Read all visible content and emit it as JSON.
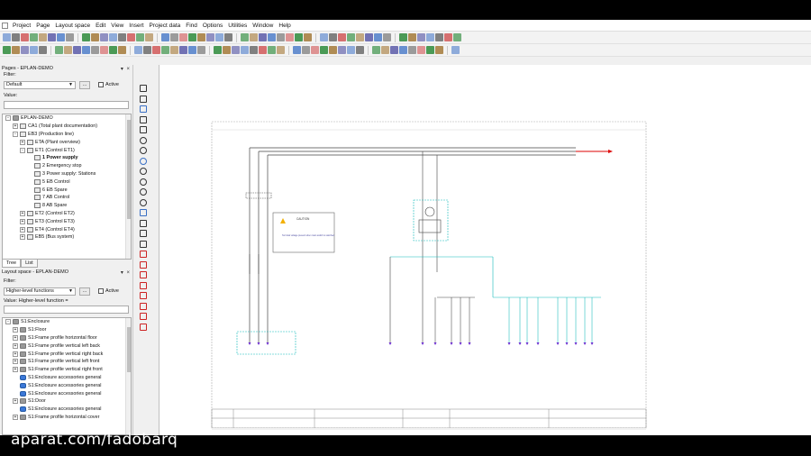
{
  "menubar": {
    "items": [
      "Project",
      "Page",
      "Layout space",
      "Edit",
      "View",
      "Insert",
      "Project data",
      "Find",
      "Options",
      "Utilities",
      "Window",
      "Help"
    ]
  },
  "pages_panel": {
    "title": "Pages - EPLAN-DEMO",
    "filter_label": "Filter:",
    "filter_value": "Default",
    "active_label": "Active",
    "value_label": "Value:",
    "tree": [
      {
        "level": 0,
        "expander": "-",
        "icon": "gray",
        "label": "EPLAN-DEMO",
        "bold": false
      },
      {
        "level": 1,
        "expander": "+",
        "icon": "box",
        "label": "CA1 (Total plant documentation)",
        "bold": false
      },
      {
        "level": 1,
        "expander": "-",
        "icon": "box",
        "label": "EB3 (Production line)",
        "bold": false
      },
      {
        "level": 2,
        "expander": "+",
        "icon": "box",
        "label": "ETA (Plant overview)",
        "bold": false
      },
      {
        "level": 2,
        "expander": "-",
        "icon": "box",
        "label": "ET1 (Control ET1)",
        "bold": false
      },
      {
        "level": 3,
        "expander": "",
        "icon": "page",
        "label": "1 Power supply",
        "bold": true
      },
      {
        "level": 3,
        "expander": "",
        "icon": "page",
        "label": "2 Emergency stop",
        "bold": false
      },
      {
        "level": 3,
        "expander": "",
        "icon": "page",
        "label": "3 Power supply: Stations",
        "bold": false
      },
      {
        "level": 3,
        "expander": "",
        "icon": "page",
        "label": "5 EB Control",
        "bold": false
      },
      {
        "level": 3,
        "expander": "",
        "icon": "page",
        "label": "6 EB Spare",
        "bold": false
      },
      {
        "level": 3,
        "expander": "",
        "icon": "page",
        "label": "7 AB Control",
        "bold": false
      },
      {
        "level": 3,
        "expander": "",
        "icon": "page",
        "label": "8 AB Spare",
        "bold": false
      },
      {
        "level": 2,
        "expander": "+",
        "icon": "box",
        "label": "ET2 (Control ET2)",
        "bold": false
      },
      {
        "level": 2,
        "expander": "+",
        "icon": "box",
        "label": "ET3 (Control ET3)",
        "bold": false
      },
      {
        "level": 2,
        "expander": "+",
        "icon": "box",
        "label": "ET4 (Control ET4)",
        "bold": false
      },
      {
        "level": 2,
        "expander": "+",
        "icon": "box",
        "label": "EB5 (Bus system)",
        "bold": false
      }
    ],
    "tabs": [
      "Tree",
      "List"
    ]
  },
  "layout_panel": {
    "title": "Layout space - EPLAN-DEMO",
    "filter_label": "Filter:",
    "filter_value": "Higher-level functions",
    "active_label": "Active",
    "value_label": "Value: Higher-level function =",
    "tree": [
      {
        "level": 0,
        "expander": "-",
        "icon": "gray",
        "label": "S1:Enclosure"
      },
      {
        "level": 1,
        "expander": "+",
        "icon": "gray",
        "label": "S1:Floor"
      },
      {
        "level": 1,
        "expander": "+",
        "icon": "gray",
        "label": "S1:Frame profile horizontal floor"
      },
      {
        "level": 1,
        "expander": "+",
        "icon": "gray",
        "label": "S1:Frame profile vertical left back"
      },
      {
        "level": 1,
        "expander": "+",
        "icon": "gray",
        "label": "S1:Frame profile vertical right back"
      },
      {
        "level": 1,
        "expander": "+",
        "icon": "gray",
        "label": "S1:Frame profile vertical left front"
      },
      {
        "level": 1,
        "expander": "+",
        "icon": "gray",
        "label": "S1:Frame profile vertical right front"
      },
      {
        "level": 1,
        "expander": "",
        "icon": "blue",
        "label": "S1:Enclosure accessories general"
      },
      {
        "level": 1,
        "expander": "",
        "icon": "blue",
        "label": "S1:Enclosure accessories general"
      },
      {
        "level": 1,
        "expander": "",
        "icon": "blue",
        "label": "S1:Enclosure accessories general"
      },
      {
        "level": 1,
        "expander": "+",
        "icon": "gray",
        "label": "S1:Door"
      },
      {
        "level": 1,
        "expander": "",
        "icon": "blue",
        "label": "S1:Enclosure accessories general"
      },
      {
        "level": 1,
        "expander": "+",
        "icon": "gray",
        "label": "S1:Frame profile horizontal cover"
      }
    ]
  },
  "schematic": {
    "caution_title": "CAUTION",
    "caution_text": "Terminal voltage present when main switch is switched"
  },
  "watermark": "aparat.com/fadobarq"
}
